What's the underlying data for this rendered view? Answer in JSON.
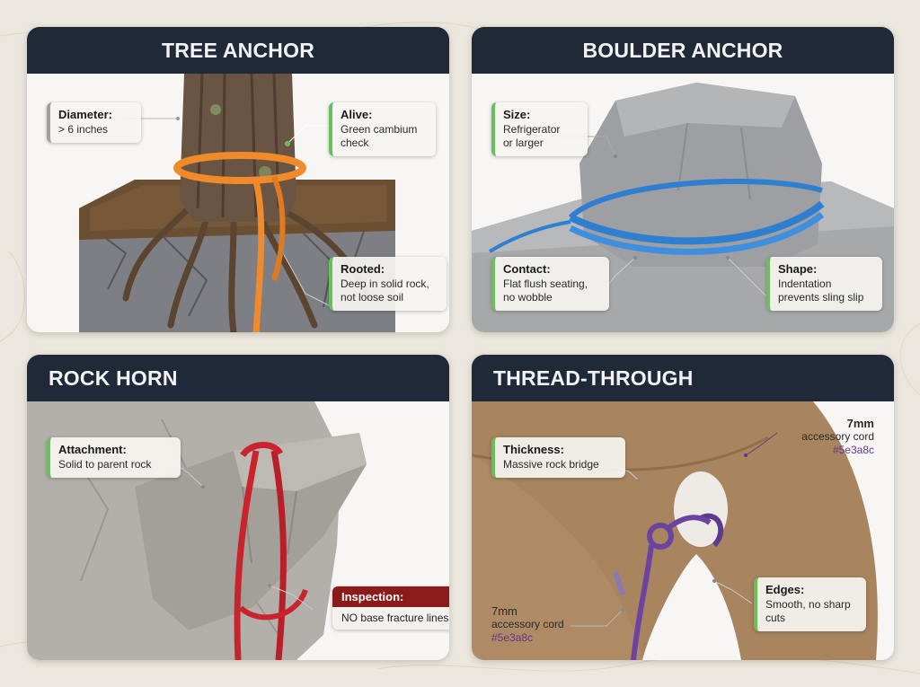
{
  "colors": {
    "header_bg": "#1f2937",
    "check_accent": "#6abf5a",
    "inspection_red": "#8b1a1a",
    "orange_sling": "#f08a2a",
    "blue_sling": "#2f7fd0",
    "red_sling": "#c9242e",
    "purple_cord": "#5e3a8c"
  },
  "panels": {
    "tree": {
      "title": "TREE ANCHOR",
      "callouts": {
        "diameter": {
          "title": "Diameter:",
          "body": "> 6 inches"
        },
        "alive": {
          "title": "Alive:",
          "body": "Green cambium\ncheck"
        },
        "rooted": {
          "title": "Rooted:",
          "body": "Deep in solid rock,\nnot loose soil"
        }
      }
    },
    "boulder": {
      "title": "BOULDER ANCHOR",
      "callouts": {
        "size": {
          "title": "Size:",
          "body": "Refrigerator\nor larger"
        },
        "contact": {
          "title": "Contact:",
          "body": "Flat flush seating,\nno wobble"
        },
        "shape": {
          "title": "Shape:",
          "body": "Indentation\nprevents sling slip"
        }
      }
    },
    "horn": {
      "title": "ROCK HORN",
      "callouts": {
        "attachment": {
          "title": "Attachment:",
          "body": "Solid to parent rock"
        },
        "inspection": {
          "title": "Inspection:",
          "body": "NO base fracture lines"
        }
      }
    },
    "thread": {
      "title": "THREAD-THROUGH",
      "callouts": {
        "thickness": {
          "title": "Thickness:",
          "body": "Massive rock bridge"
        },
        "edges": {
          "title": "Edges:",
          "body": "Smooth, no sharp\ncuts"
        },
        "cord_top": {
          "title": "7mm",
          "body": "accessory cord",
          "hex": "#5e3a8c"
        },
        "cord_bottom": {
          "title": "7mm",
          "body": "accessory cord",
          "hex": "#5e3a8c"
        }
      }
    }
  }
}
